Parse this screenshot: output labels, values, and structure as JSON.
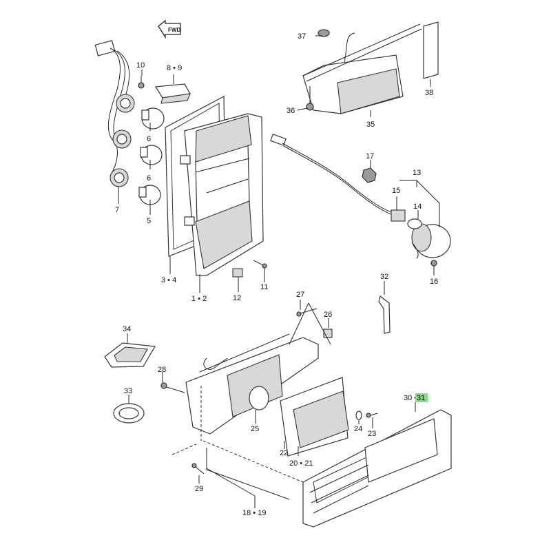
{
  "fwd_label": "FWD",
  "callouts": [
    {
      "id": "c37",
      "text": "37"
    },
    {
      "id": "c38",
      "text": "38"
    },
    {
      "id": "c36",
      "text": "36"
    },
    {
      "id": "c35",
      "text": "35"
    },
    {
      "id": "c10",
      "text": "10"
    },
    {
      "id": "c89",
      "text": "8 • 9"
    },
    {
      "id": "c6a",
      "text": "6"
    },
    {
      "id": "c6b",
      "text": "6"
    },
    {
      "id": "c7",
      "text": "7"
    },
    {
      "id": "c5",
      "text": "5"
    },
    {
      "id": "c34l",
      "text": "3 • 4"
    },
    {
      "id": "c12l",
      "text": "1 • 2"
    },
    {
      "id": "c12",
      "text": "12"
    },
    {
      "id": "c11",
      "text": "11"
    },
    {
      "id": "c17",
      "text": "17"
    },
    {
      "id": "c13",
      "text": "13"
    },
    {
      "id": "c15",
      "text": "15"
    },
    {
      "id": "c14",
      "text": "14"
    },
    {
      "id": "c16",
      "text": "16"
    },
    {
      "id": "c32",
      "text": "32"
    },
    {
      "id": "c27",
      "text": "27"
    },
    {
      "id": "c26",
      "text": "26"
    },
    {
      "id": "c34",
      "text": "34"
    },
    {
      "id": "c28",
      "text": "28"
    },
    {
      "id": "c33",
      "text": "33"
    },
    {
      "id": "c25",
      "text": "25"
    },
    {
      "id": "c22",
      "text": "22"
    },
    {
      "id": "c2021",
      "text": "20 • 21"
    },
    {
      "id": "c24",
      "text": "24"
    },
    {
      "id": "c23",
      "text": "23"
    },
    {
      "id": "c30",
      "text": "30 •"
    },
    {
      "id": "c31",
      "text": "31"
    },
    {
      "id": "c29",
      "text": "29"
    },
    {
      "id": "c1819",
      "text": "18 • 19"
    }
  ],
  "highlight_color": "#7ee07e"
}
